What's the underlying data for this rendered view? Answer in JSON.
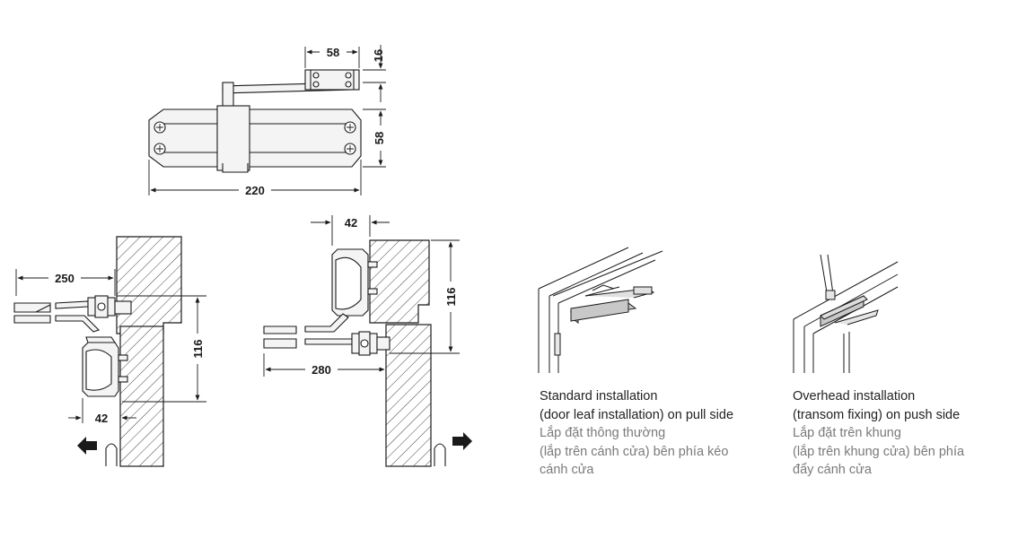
{
  "dimensions": {
    "top_arm_width": "58",
    "top_arm_height": "16",
    "body_height": "58",
    "body_length": "220",
    "pull_side_offset": "250",
    "pull_side_height": "116",
    "pull_side_depth": "42",
    "push_side_depth": "42",
    "push_side_height": "116",
    "push_side_offset": "280"
  },
  "captions": {
    "standard": {
      "en_line1": "Standard installation",
      "en_line2": "(door leaf installation) on pull side",
      "vi_line1": "Lắp đặt thông thường",
      "vi_line2": "(lắp trên cánh cửa) bên phía kéo",
      "vi_line3": "cánh cửa"
    },
    "overhead": {
      "en_line1": "Overhead installation",
      "en_line2": "(transom fixing) on push side",
      "vi_line1": "Lắp đặt trên khung",
      "vi_line2": "(lắp trên khung cửa) bên phía",
      "vi_line3": "đẩy cánh cửa"
    }
  },
  "colors": {
    "line": "#1a1a1a",
    "body_fill": "#f2f2f2",
    "wall_hatch": "#333333",
    "arrow": "#1a1a1a",
    "box_3d": "#c8c8c8"
  }
}
